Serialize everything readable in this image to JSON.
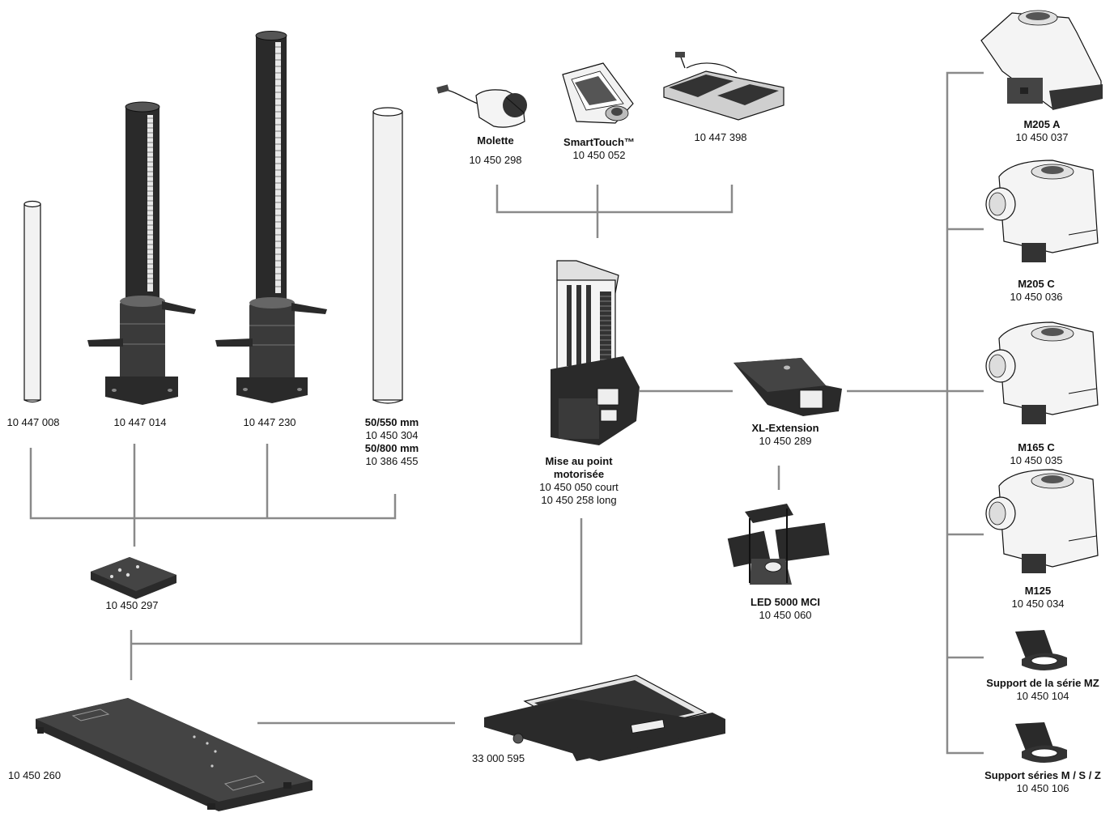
{
  "components": {
    "rod_small": {
      "code": "10 447 008"
    },
    "column_mid": {
      "code": "10 447 014"
    },
    "column_tall": {
      "code": "10 447 230"
    },
    "rod_large": {
      "lines": [
        "50/550 mm",
        "10 450 304",
        "50/800 mm",
        "10 386 455"
      ]
    },
    "molette": {
      "name": "Molette",
      "code": "10 450 298"
    },
    "smarttouch": {
      "name": "SmartTouch™",
      "code": "10 450 052"
    },
    "footswitch": {
      "code": "10 447 398"
    },
    "motor_focus": {
      "name_line1": "Mise au point",
      "name_line2": "motorisée",
      "code_short": "10 450 050 court",
      "code_long": "10 450 258 long"
    },
    "xl_extension": {
      "name": "XL-Extension",
      "code": "10 450 289"
    },
    "led_5000": {
      "name": "LED 5000 MCI",
      "code": "10 450 060"
    },
    "adapter_plate": {
      "code": "10 450 297"
    },
    "base_plate": {
      "code": "10 450 260"
    },
    "stage": {
      "code": "33 000 595"
    },
    "m205a": {
      "name": "M205 A",
      "code": "10 450 037"
    },
    "m205c": {
      "name": "M205 C",
      "code": "10 450 036"
    },
    "m165c": {
      "name": "M165 C",
      "code": "10 450 035"
    },
    "m125": {
      "name": "M125",
      "code": "10 450 034"
    },
    "support_mz": {
      "name": "Support de la série MZ",
      "code": "10 450 104"
    },
    "support_msz": {
      "name": "Support séries M / S / Z",
      "code": "10 450 106"
    }
  },
  "colors": {
    "connector": "#8a8a8a",
    "product_dark": "#2a2a2a",
    "product_light": "#f2f2f2"
  }
}
